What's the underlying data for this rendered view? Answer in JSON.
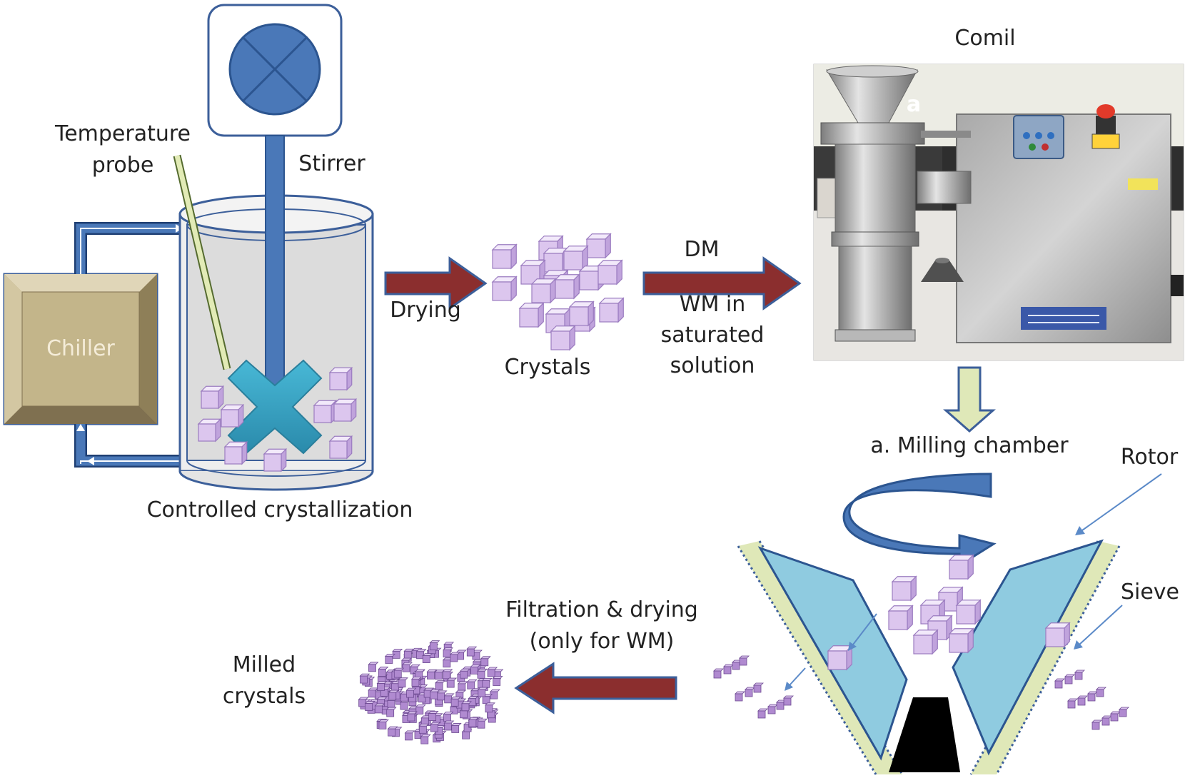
{
  "colors": {
    "flow_arrow_fill": "#8b2e2e",
    "flow_arrow_edge": "#3c5f9a",
    "pipe_blue": "#4a78b8",
    "crystal_fill": "#dcc6ee",
    "crystal_edge": "#9b7cc0",
    "milled_fill": "#b08ad0",
    "blade_blue": "#8fcbe0",
    "sieve_green": "#dfe8b8",
    "chiller_tan": "#c3b58a",
    "impeller_teal": "#3aa6c4"
  },
  "reactor": {
    "chiller_label": "Chiller",
    "probe_label": "Temperature\nprobe",
    "stirrer_label": "Stirrer",
    "caption": "Controlled crystallization"
  },
  "transfer": {
    "drying_label": "Drying",
    "crystals_label": "Crystals",
    "dm_label": "DM",
    "wm_label": "WM in\nsaturated\nsolution"
  },
  "comil": {
    "title": "Comil",
    "photo_marker": "a",
    "milling_label": "a. Milling chamber",
    "rotor_label": "Rotor",
    "sieve_label": "Sieve"
  },
  "output": {
    "filtration_label": "Filtration & drying\n(only for WM)",
    "milled_label": "Milled\ncrystals"
  }
}
